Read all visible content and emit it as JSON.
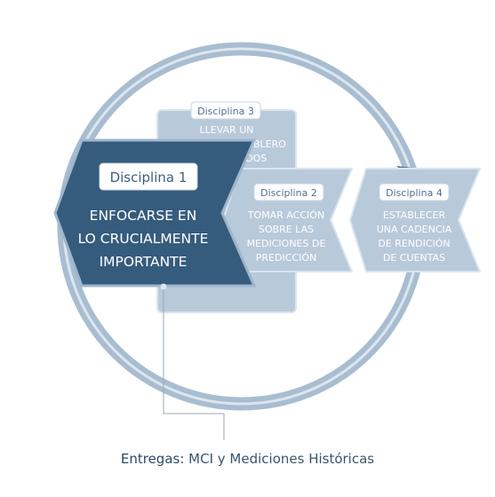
{
  "colors": {
    "ring": "#a9bdd1",
    "ring_highlight": "#dbe6f0",
    "arrow_head": "#52749a",
    "primary_fill": "#355c7d",
    "primary_border": "#9fb6cc",
    "secondary_fill": "#b8c9da",
    "secondary_border": "#dae5ef",
    "secondary_text": "#ffffff",
    "badge_text": "#4f6f90",
    "connector": "#9aa7b4"
  },
  "disciplines": [
    {
      "badge": "Disciplina 1",
      "lines": [
        "ENFOCARSE EN",
        "LO CRUCIALMENTE",
        "IMPORTANTE"
      ]
    },
    {
      "badge": "Disciplina 2",
      "lines": [
        "TOMAR ACCIÓN",
        "SOBRE LAS",
        "MEDICIONES DE",
        "PREDICCIÓN"
      ]
    },
    {
      "badge": "Disciplina 3",
      "lines": [
        "LLEVAR UN",
        "CONVINCENTE TABLERO",
        "DE RESULTADOS"
      ]
    },
    {
      "badge": "Disciplina 4",
      "lines": [
        "ESTABLECER",
        "UNA CADENCIA",
        "DE RENDICIÓN",
        "DE CUENTAS"
      ]
    }
  ],
  "caption": {
    "label": "Entregas:",
    "text": "MCI y Mediciones Históricas"
  }
}
